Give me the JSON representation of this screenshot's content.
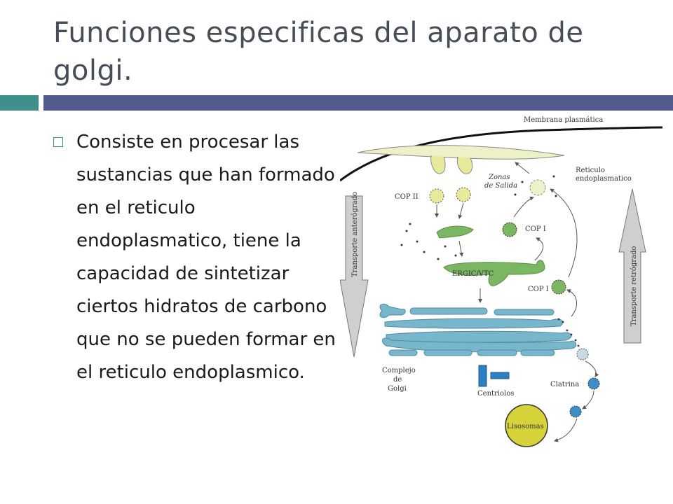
{
  "slide": {
    "title": "Funciones especificas del aparato de golgi.",
    "body": "Consiste en procesar las sustancias que han formado en el reticulo endoplasmatico, tiene la capacidad de sintetizar ciertos hidratos de carbono que no se pueden formar en el reticulo endoplasmico."
  },
  "diagram": {
    "labels": {
      "membrana": "Membrana plasmática",
      "reticulo_1": "Reticulo",
      "reticulo_2": "endoplasmatico",
      "zonas_1": "Zonas",
      "zonas_2": "de Salida",
      "cop2": "COP II",
      "cop1_a": "COP I",
      "cop1_b": "COP I",
      "ergic": "ERGIC/VTC",
      "anterogrado": "Transporte anterógrado",
      "retrogrado": "Transporte retrógrado",
      "complejo_1": "Complejo",
      "complejo_2": "de",
      "complejo_3": "Golgi",
      "centriolos": "Centriolos",
      "clatrina": "Clatrina",
      "lisosomas": "Lisosomas"
    }
  },
  "colors": {
    "title": "#474d57",
    "bar_left": "#3f8f8a",
    "bar_right": "#545b8f",
    "er_green": "#7bb662",
    "vesicle_yellow": "#e6ea9a",
    "golgi_blue": "#78b6cc",
    "lysosome": "#d6d23a"
  }
}
